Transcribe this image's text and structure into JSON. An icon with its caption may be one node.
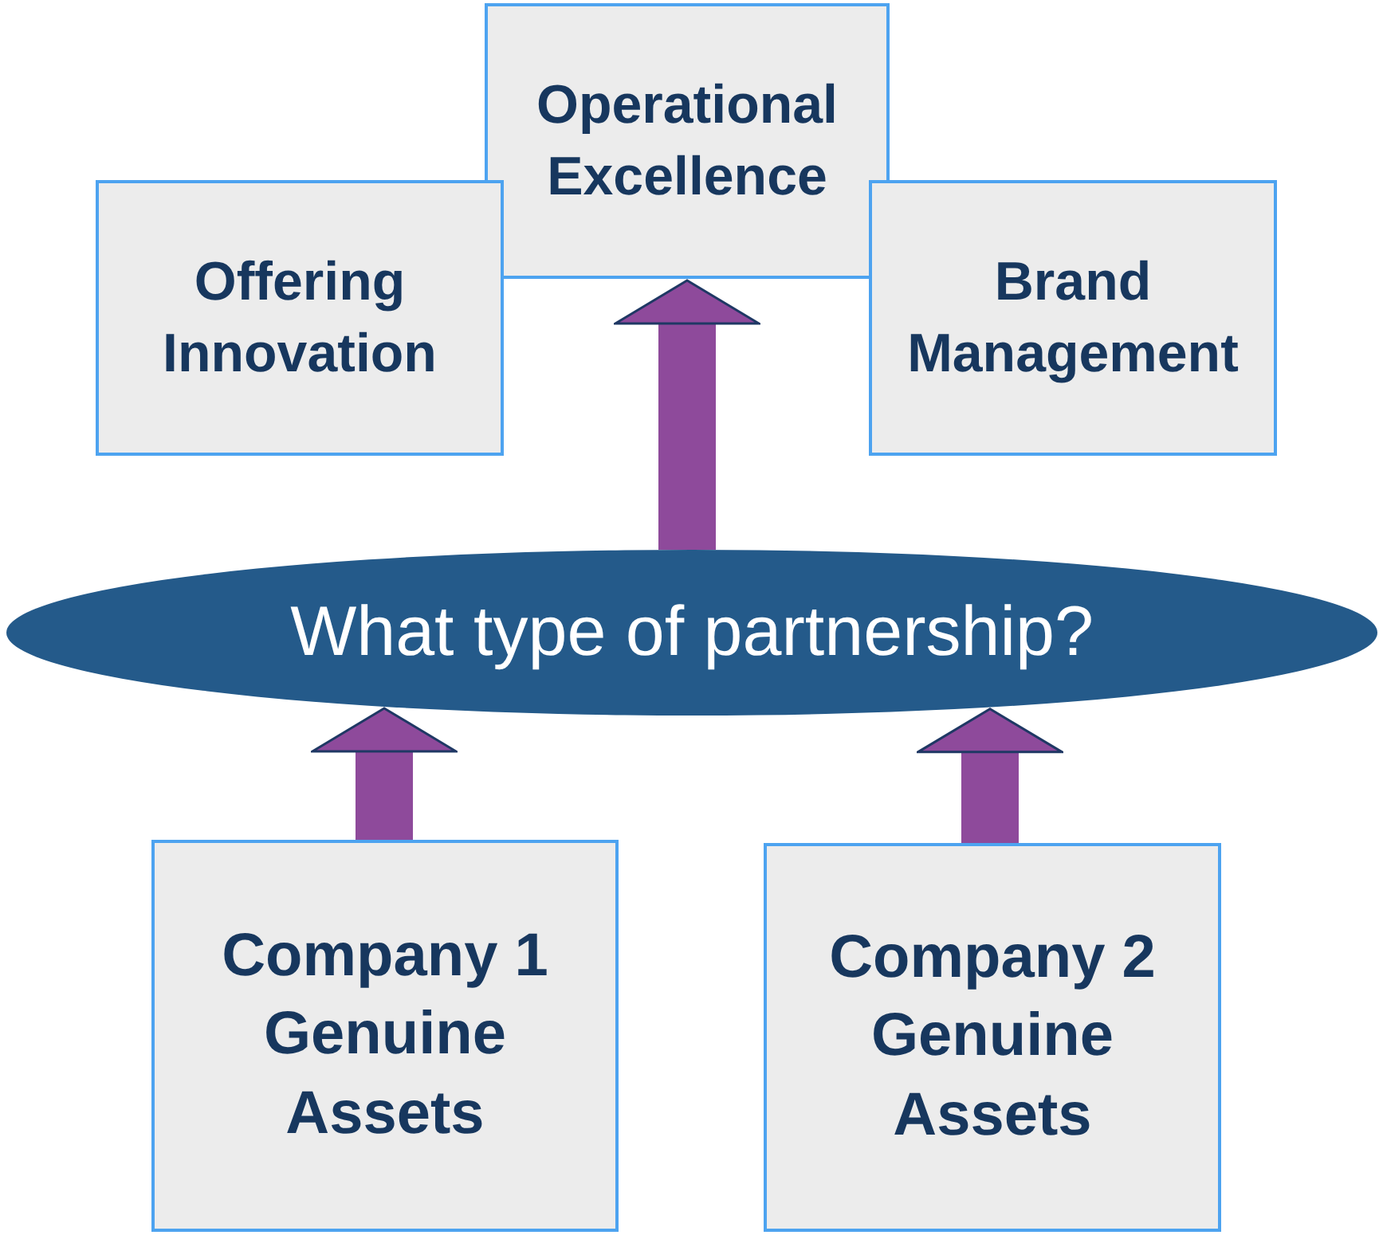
{
  "diagram": {
    "nodes": [
      {
        "text": [
          "Operational Excellence"
        ]
      },
      {
        "text": [
          "Offering Innovation"
        ]
      },
      {
        "text": [
          "Brand Management"
        ]
      },
      {
        "text": [
          "What type of partnership?"
        ]
      },
      {
        "text": [
          "Company 1 Genuine Assets"
        ]
      },
      {
        "text": [
          "Company 2 Genuine Assets"
        ]
      }
    ],
    "edges": [
      {
        "from": 3,
        "to": 0,
        "arrow": "to"
      },
      {
        "from": 4,
        "to": 3,
        "arrow": "to"
      },
      {
        "from": 5,
        "to": 3,
        "arrow": "to"
      }
    ]
  }
}
